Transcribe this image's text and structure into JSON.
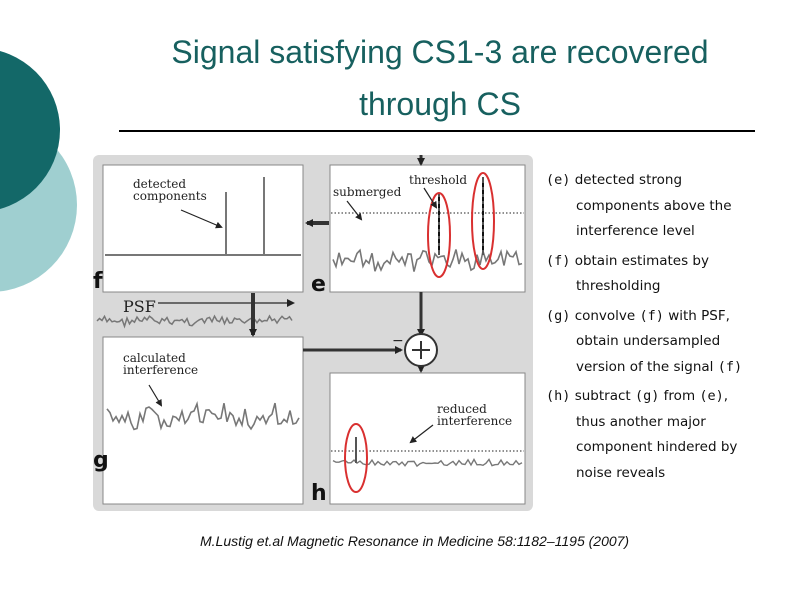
{
  "slide": {
    "title_line1": "Signal satisfying CS1-3 are recovered",
    "title_line2": "through CS",
    "citation": "M.Lustig et.al Magnetic Resonance in Medicine 58:1182–1195 (2007)"
  },
  "figure": {
    "label_detected_l1": "detected",
    "label_detected_l2": "components",
    "label_submerged": "submerged",
    "label_threshold": "threshold",
    "label_psf": "PSF",
    "label_calc_l1": "calculated",
    "label_calc_l2": "interference",
    "label_reduced_l1": "reduced",
    "label_reduced_l2": "interference",
    "letter_f": "f",
    "letter_e": "e",
    "letter_g": "g",
    "letter_h": "h"
  },
  "bullets": {
    "e": {
      "tag": "(e)",
      "l1": "detected strong",
      "l2": "components above the",
      "l3": "interference level"
    },
    "f": {
      "tag": "(f)",
      "l1": "obtain estimates by",
      "l2": "thresholding"
    },
    "g": {
      "tag": "(g)",
      "l1a": "convolve",
      "tag2": "(f)",
      "l1b": "with PSF,",
      "l2": "obtain undersampled",
      "l3a": "version of the signal",
      "tag3": "(f)"
    },
    "h": {
      "tag": "(h)",
      "l1a": "subtract",
      "tag2": "(g)",
      "l1b": "from",
      "tag3": "(e)",
      "l1c": ",",
      "l2": "thus another major",
      "l3": "component hindered by",
      "l4": "noise reveals"
    }
  },
  "colors": {
    "title": "#17605f",
    "deco_dark": "#136868",
    "deco_light": "#9fcfd0",
    "figure_bg": "#d9d9d9",
    "circle": "#d93030"
  }
}
